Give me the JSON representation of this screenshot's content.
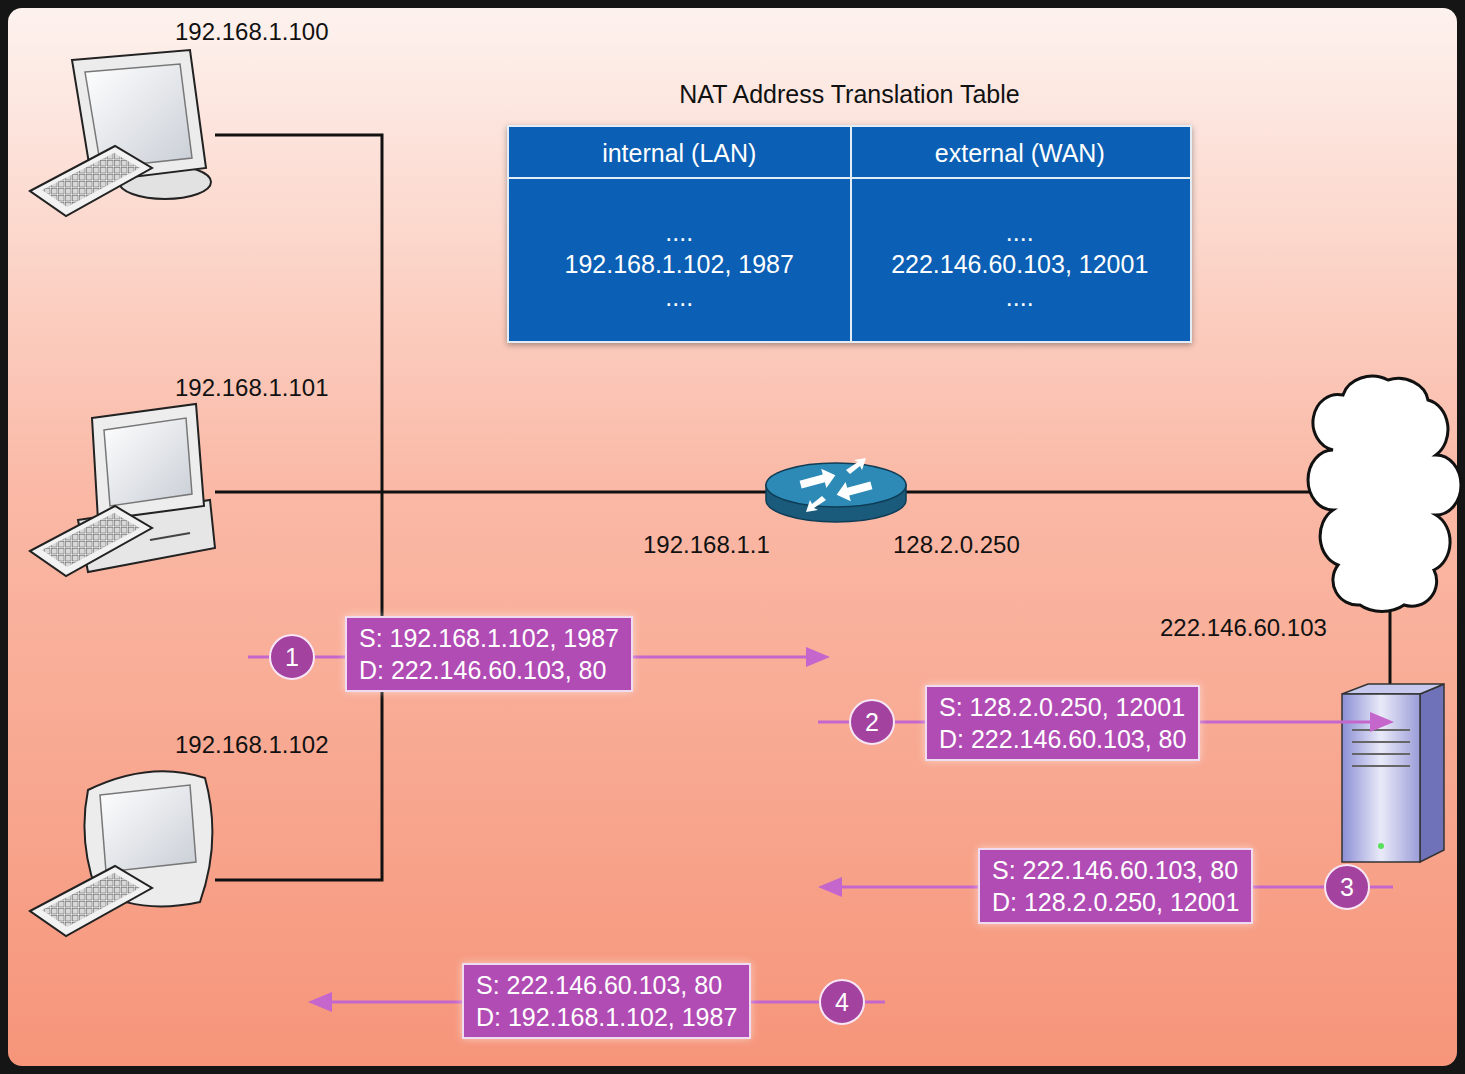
{
  "diagram": {
    "nodes": [
      {
        "text": [
          "NAT Address Translation Table",
          "internal (LAN)",
          "external (WAN)",
          "....",
          "....",
          "192.168.1.102, 1987",
          "222.146.60.103, 12001",
          "....",
          "...."
        ]
      },
      {
        "text": [
          "1"
        ]
      },
      {
        "text": [
          "S: 192.168.1.102, 1987",
          "D: 222.146.60.103, 80"
        ]
      },
      {
        "text": [
          "2"
        ]
      },
      {
        "text": [
          "S: 128.2.0.250, 12001",
          "D: 222.146.60.103, 80"
        ]
      },
      {
        "text": [
          "S: 222.146.60.103, 80",
          "D: 128.2.0.250, 12001"
        ]
      },
      {
        "text": [
          "3"
        ]
      },
      {
        "text": [
          "S: 222.146.60.103, 80",
          "D: 192.168.1.102, 1987"
        ]
      },
      {
        "text": [
          "4"
        ]
      }
    ],
    "labels": [
      "192.168.1.100",
      "192.168.1.101",
      "192.168.1.1",
      "128.2.0.250",
      "222.146.60.103",
      "192.168.1.102"
    ]
  }
}
